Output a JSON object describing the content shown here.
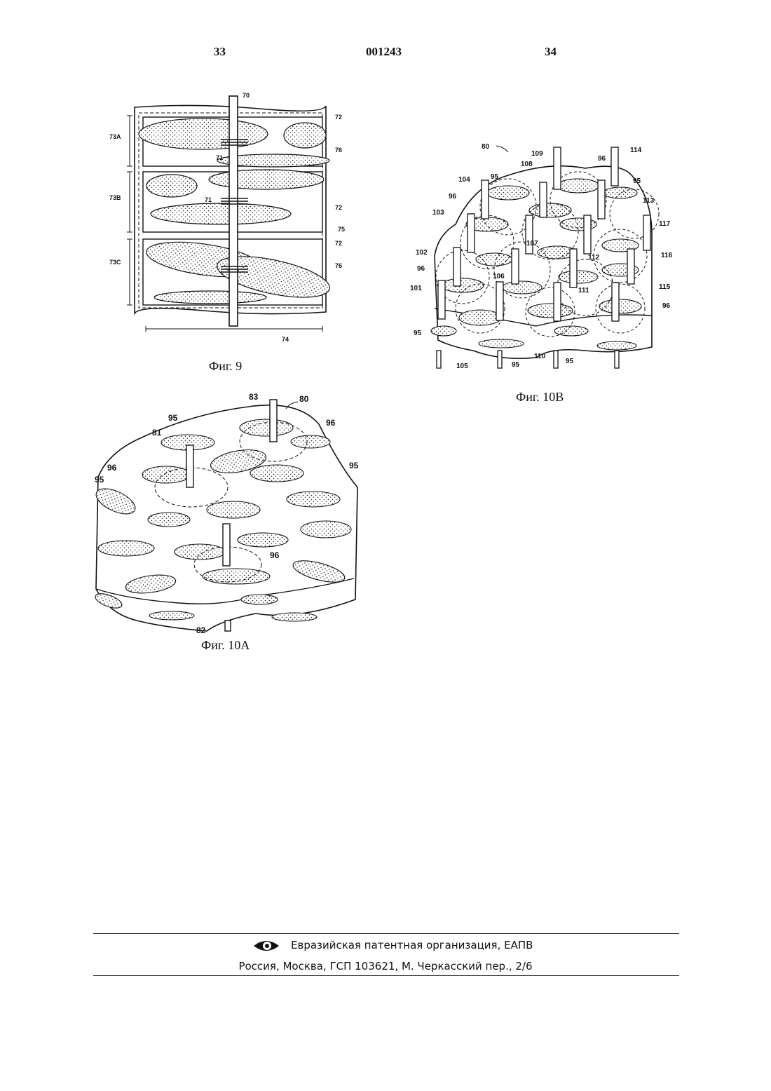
{
  "header": {
    "page_left": "33",
    "doc_number": "001243",
    "page_right": "34"
  },
  "fig9": {
    "caption": "Фиг. 9",
    "labels": {
      "l70": "70",
      "l72a": "72",
      "l72b": "72",
      "l72c": "72",
      "l73a": "73A",
      "l73b": "73B",
      "l73c": "73C",
      "l71a": "71",
      "l71b": "71",
      "l74": "74",
      "l75": "75",
      "l76a": "76",
      "l76b": "76"
    }
  },
  "fig10a": {
    "caption": "Фиг. 10А",
    "labels": {
      "l80": "80",
      "l81": "81",
      "l82": "82",
      "l83": "83",
      "l95a": "95",
      "l95b": "95",
      "l95c": "95",
      "l96a": "96",
      "l96b": "96",
      "l96c": "96"
    }
  },
  "fig10b": {
    "caption": "Фиг. 10В",
    "labels": {
      "l80": "80",
      "l101": "101",
      "l102": "102",
      "l103": "103",
      "l104": "104",
      "l105": "105",
      "l106": "106",
      "l107": "107",
      "l108": "108",
      "l109": "109",
      "l110": "110",
      "l111": "111",
      "l112": "112",
      "l113": "113",
      "l114": "114",
      "l115": "115",
      "l116": "116",
      "l117": "117",
      "l95a": "95",
      "l95b": "95",
      "l95c": "95",
      "l95d": "95",
      "l95e": "95",
      "l96a": "96",
      "l96b": "96",
      "l96c": "96",
      "l96d": "96"
    }
  },
  "footer": {
    "org": "Евразийская патентная организация, ЕАПВ",
    "address": "Россия, Москва, ГСП 103621, М. Черкасский пер., 2/6",
    "logo_icon": "eapo-eye-logo-icon"
  }
}
